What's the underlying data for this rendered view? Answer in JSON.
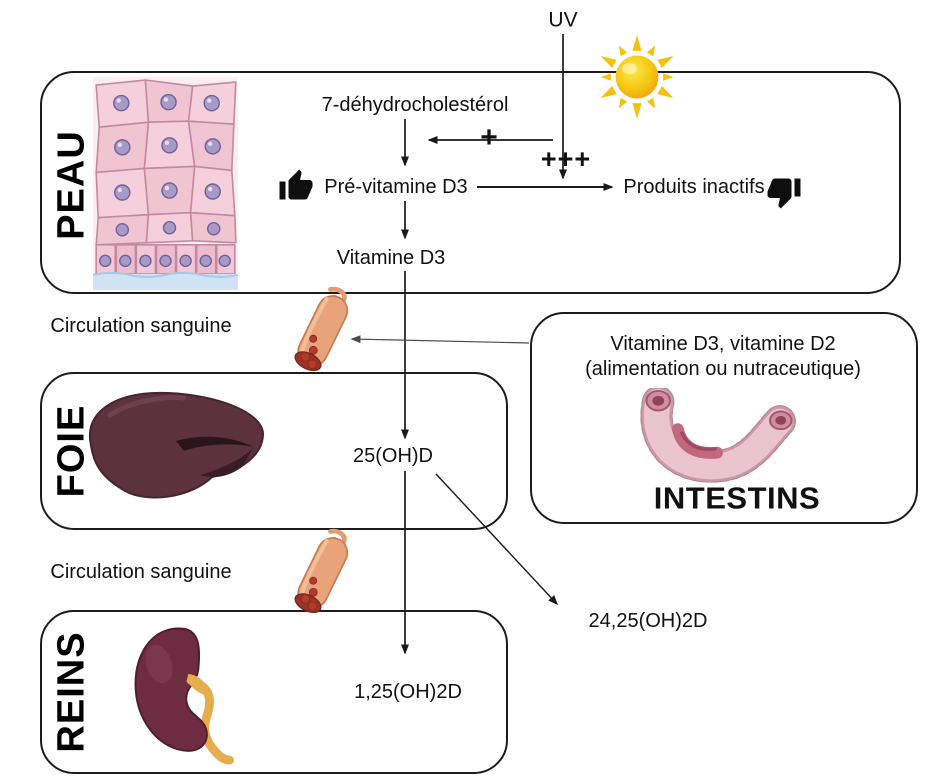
{
  "diagram": {
    "uv_label": "UV",
    "plus_label": "+",
    "triple_plus_label": "+++",
    "skin": {
      "box_label": "PEAU",
      "dehydrocholesterol": "7-déhydrocholestérol",
      "previtamin_d3": "Pré-vitamine D3",
      "inactive_products": "Produits inactifs",
      "vitamin_d3": "Vitamine D3"
    },
    "circulation_1": "Circulation sanguine",
    "liver": {
      "box_label": "FOIE",
      "metabolite": "25(OH)D"
    },
    "intestines": {
      "source_line1": "Vitamine D3, vitamine D2",
      "source_line2": "(alimentation ou nutraceutique)",
      "box_label": "INTESTINS"
    },
    "circulation_2": "Circulation sanguine",
    "kidney": {
      "box_label": "REINS",
      "metabolite": "1,25(OH)2D"
    },
    "metabolite_24_25": "24,25(OH)2D"
  },
  "icons": {
    "sun": "sun-icon",
    "thumbs_up": "thumbs-up-icon",
    "thumbs_down": "thumbs-down-icon",
    "blood_vessel": "blood-vessel-icon",
    "skin_tissue": "skin-tissue-illustration",
    "liver": "liver-illustration",
    "intestine": "intestine-illustration",
    "kidney": "kidney-illustration"
  },
  "colors": {
    "outline": "#1a1a1a",
    "sun_yellow": "#f6c915",
    "sun_orange": "#f09d0a",
    "skin_pink": "#f5cfdb",
    "nucleus_purple": "#a79ac6",
    "vessel_orange": "#e8a37a",
    "blood_red": "#b23b2c",
    "liver_maroon": "#5c323f",
    "intestine_pink": "#eac4cf",
    "kidney_maroon": "#6e2c43",
    "ureter_yellow": "#e6ad4e"
  }
}
